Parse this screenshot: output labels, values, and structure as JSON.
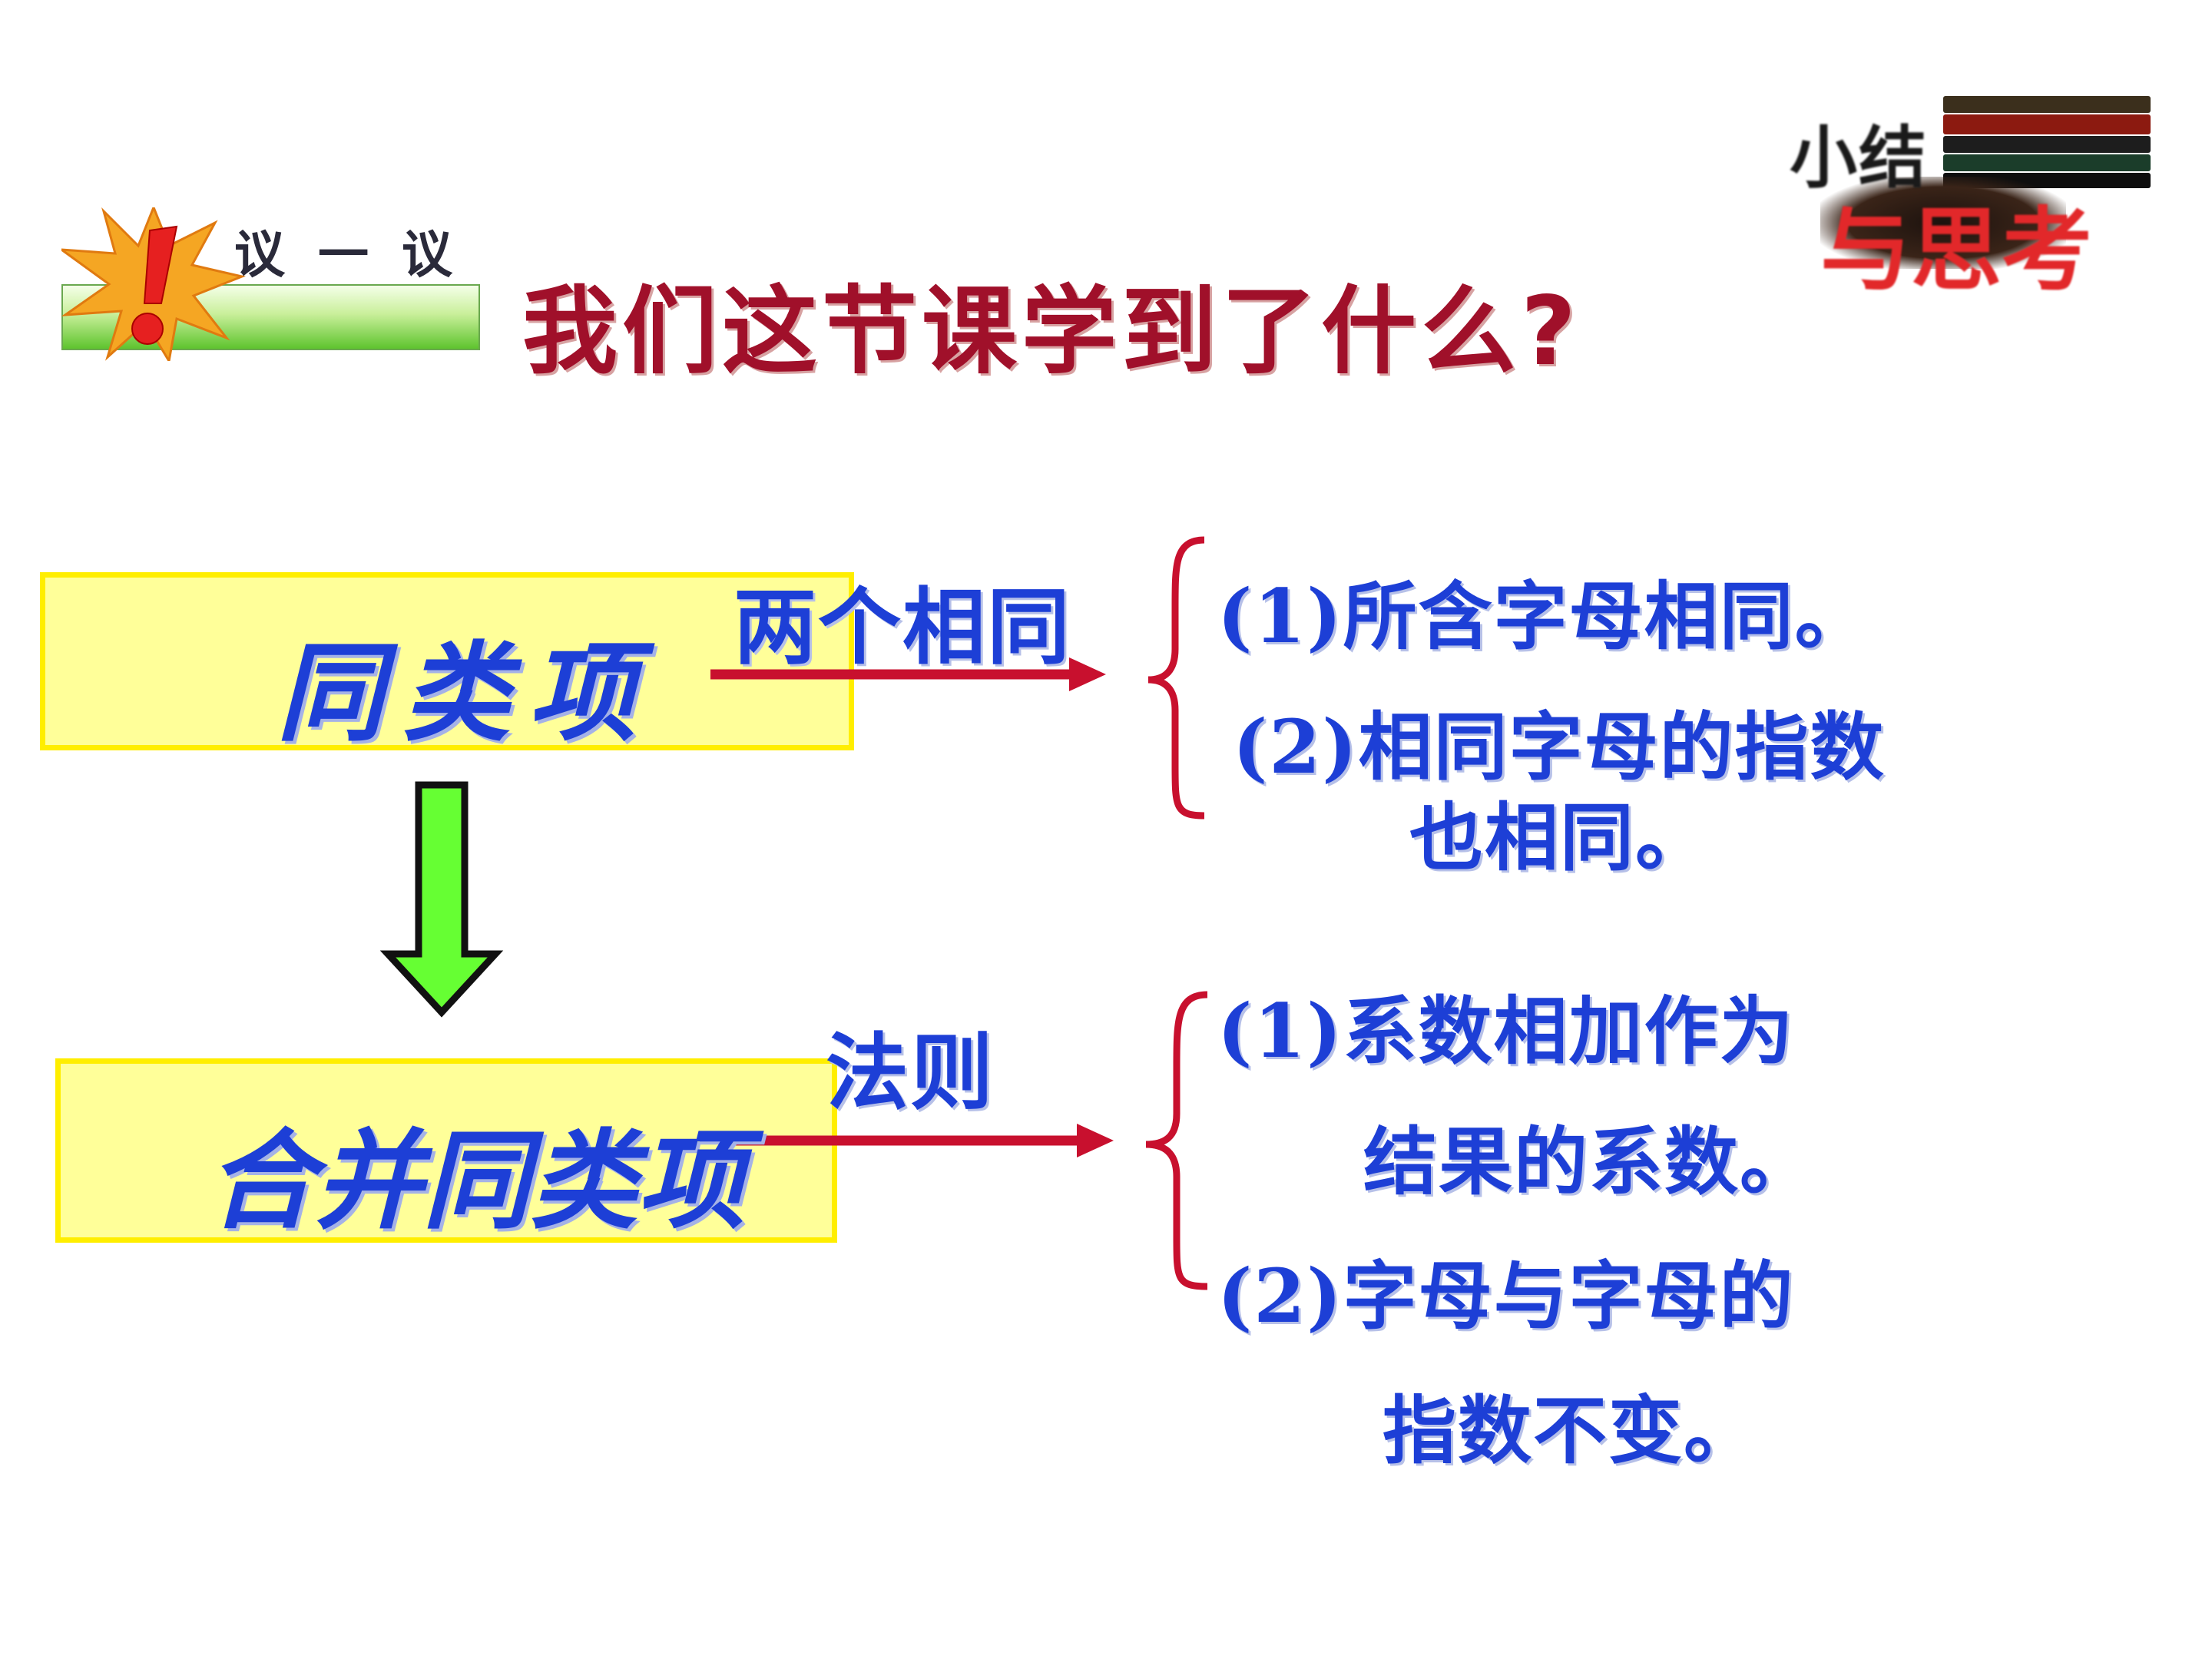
{
  "header": {
    "badge_label": "议 一 议",
    "title": "我们这节课学到了什么?",
    "logo": {
      "line1": "小结",
      "line2": "与思考"
    }
  },
  "concepts": [
    {
      "name": "同类项",
      "relation_label": "两个相同",
      "items": [
        "(1)所含字母相同。",
        "(2)相同字母的指数",
        "也相同。"
      ]
    },
    {
      "name": "合并同类项",
      "relation_label": "法则",
      "items": [
        "(1)系数相加作为",
        "结果的系数。",
        "(2)字母与字母的",
        "指数不变。"
      ]
    }
  ],
  "colors": {
    "title_red": "#a0102a",
    "text_blue": "#1d3fd6",
    "box_fill": "#ffff99",
    "box_border": "#ffee00",
    "arrow_red": "#c8102e",
    "down_arrow_green": "#66ff33"
  },
  "icons": {
    "badge": "exclamation-burst-icon",
    "down_arrow": "down-arrow-icon",
    "right_arrows": "right-arrow-icon",
    "braces": "left-brace-icon"
  }
}
